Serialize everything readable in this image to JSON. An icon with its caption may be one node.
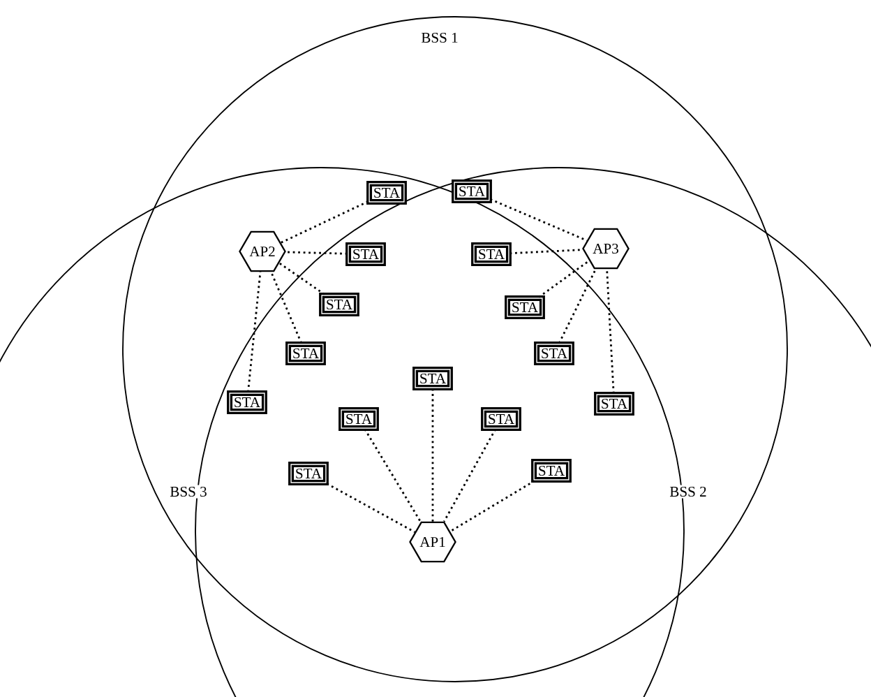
{
  "diagram": {
    "nodes": [
      {
        "text": [
          "AP2"
        ]
      },
      {
        "text": [
          "AP3"
        ]
      },
      {
        "text": [
          "AP1"
        ]
      },
      {
        "text": [
          "STA"
        ]
      },
      {
        "text": [
          "STA"
        ]
      },
      {
        "text": [
          "STA"
        ]
      },
      {
        "text": [
          "STA"
        ]
      },
      {
        "text": [
          "STA"
        ]
      },
      {
        "text": [
          "STA"
        ]
      },
      {
        "text": [
          "STA"
        ]
      },
      {
        "text": [
          "STA"
        ]
      },
      {
        "text": [
          "STA"
        ]
      },
      {
        "text": [
          "STA"
        ]
      },
      {
        "text": [
          "STA"
        ]
      },
      {
        "text": [
          "STA"
        ]
      },
      {
        "text": [
          "STA"
        ]
      },
      {
        "text": [
          "STA"
        ]
      },
      {
        "text": [
          "STA"
        ]
      }
    ],
    "edges": [
      {
        "from": 3,
        "to": 0,
        "arrow": "none"
      },
      {
        "from": 4,
        "to": 1,
        "arrow": "none"
      },
      {
        "from": 5,
        "to": 0,
        "arrow": "none"
      },
      {
        "from": 6,
        "to": 1,
        "arrow": "none"
      },
      {
        "from": 7,
        "to": 0,
        "arrow": "none"
      },
      {
        "from": 8,
        "to": 1,
        "arrow": "none"
      },
      {
        "from": 9,
        "to": 0,
        "arrow": "none"
      },
      {
        "from": 10,
        "to": 1,
        "arrow": "none"
      },
      {
        "from": 11,
        "to": 2,
        "arrow": "none"
      },
      {
        "from": 12,
        "to": 0,
        "arrow": "none"
      },
      {
        "from": 13,
        "to": 1,
        "arrow": "none"
      },
      {
        "from": 14,
        "to": 2,
        "arrow": "none"
      },
      {
        "from": 15,
        "to": 2,
        "arrow": "none"
      },
      {
        "from": 16,
        "to": 2,
        "arrow": "none"
      },
      {
        "from": 17,
        "to": 2,
        "arrow": "none"
      }
    ],
    "labels": [
      "BSS 1",
      "BSS 3",
      "BSS 2"
    ]
  }
}
